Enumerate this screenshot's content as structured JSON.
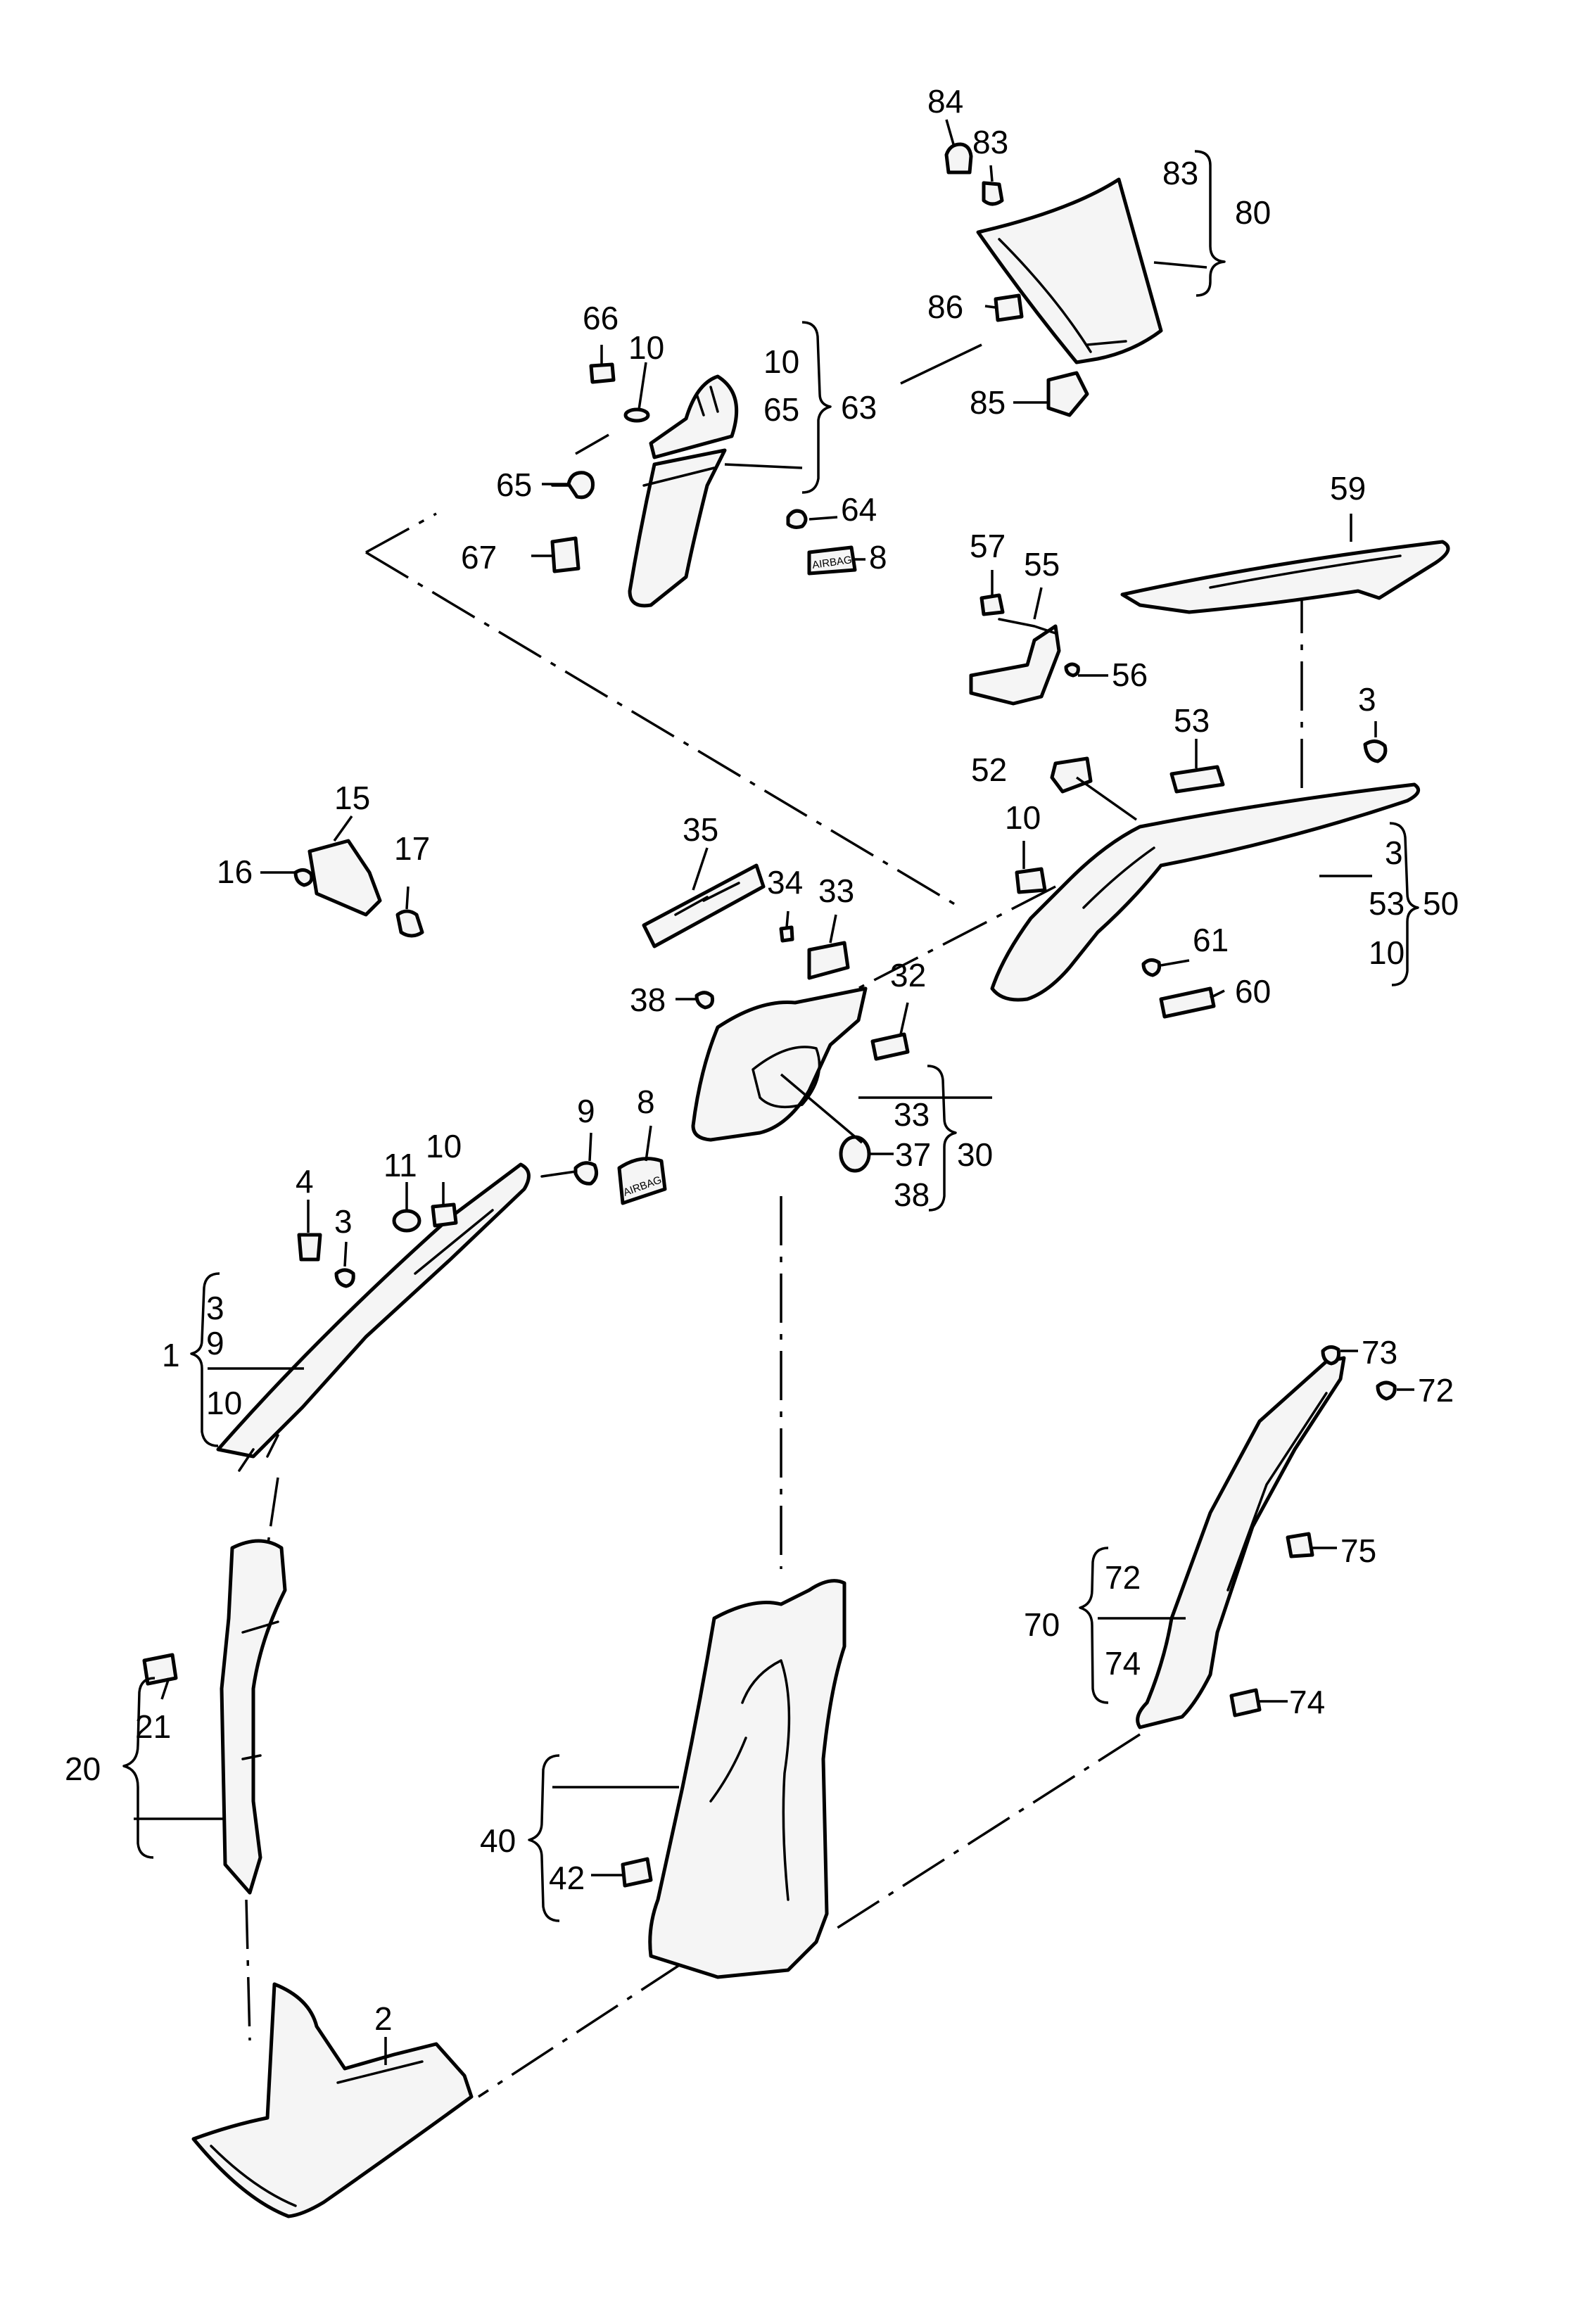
{
  "callouts": {
    "c84": "84",
    "c83a": "83",
    "c83b": "83",
    "c80": "80",
    "c86": "86",
    "c85": "85",
    "c66": "66",
    "c10a": "10",
    "c10b": "10",
    "c65a": "65",
    "c63": "63",
    "c65b": "65",
    "c64": "64",
    "c67": "67",
    "c8a": "8",
    "c57": "57",
    "c55": "55",
    "c56": "56",
    "c59": "59",
    "c53a": "53",
    "c3a": "3",
    "c52": "52",
    "c10c": "10",
    "c3b": "3",
    "c53b": "53",
    "c50": "50",
    "c10d": "10",
    "c61": "61",
    "c60": "60",
    "c15": "15",
    "c16": "16",
    "c17": "17",
    "c35": "35",
    "c34": "34",
    "c33a": "33",
    "c32": "32",
    "c38a": "38",
    "c33b": "33",
    "c37": "37",
    "c30": "30",
    "c38b": "38",
    "c9a": "9",
    "c8b": "8",
    "c11": "11",
    "c10e": "10",
    "c4": "4",
    "c3c": "3",
    "c3d": "3",
    "c9b": "9",
    "c1": "1",
    "c10f": "10",
    "c73": "73",
    "c72a": "72",
    "c75": "75",
    "c72b": "72",
    "c70": "70",
    "c74a": "74",
    "c74b": "74",
    "c21": "21",
    "c20": "20",
    "c40": "40",
    "c42": "42",
    "c2": "2"
  },
  "labels": {
    "airbag_cap_a": "AIRBAG",
    "airbag_cap_b": "AIRBAG"
  },
  "colors": {
    "line": "#000000",
    "part_fill": "#f5f5f5",
    "background": "#ffffff"
  }
}
